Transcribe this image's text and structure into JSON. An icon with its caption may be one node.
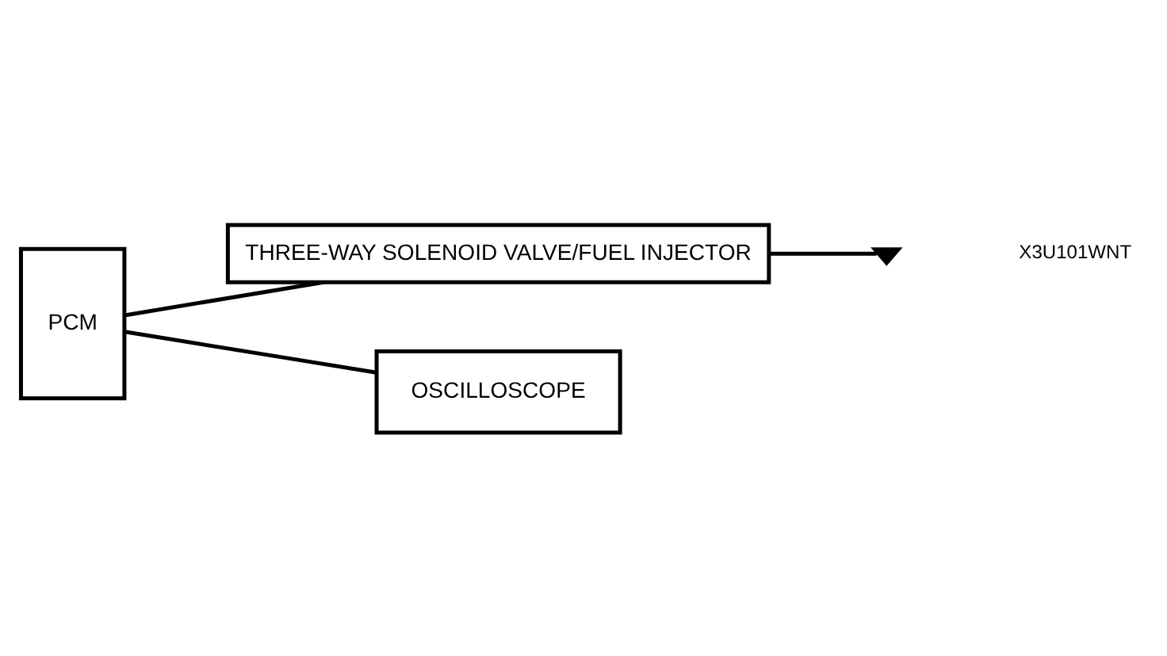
{
  "diagram": {
    "nodes": [
      {
        "text": [
          "PCM"
        ]
      },
      {
        "text": [
          "THREE-WAY SOLENOID VALVE/FUEL INJECTOR"
        ]
      },
      {
        "text": [],
        "shape": "ground"
      },
      {
        "text": [
          "OSCILLOSCOPE"
        ]
      }
    ],
    "edges": [
      {
        "from": 0,
        "to": 1,
        "arrow": "none"
      },
      {
        "from": 1,
        "to": 2,
        "arrow": "none"
      },
      {
        "from": 0,
        "to": 3,
        "arrow": "none"
      }
    ],
    "labels": [
      "X3U101WNT"
    ]
  }
}
